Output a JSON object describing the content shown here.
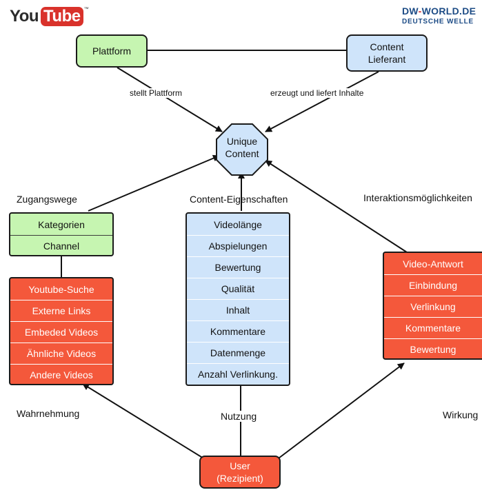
{
  "logos": {
    "youtube_you": "You",
    "youtube_tube": "Tube",
    "youtube_tm": "™",
    "dw_line1_prefix": "DW",
    "dw_line1_dash": "-",
    "dw_line1_suffix": "WORLD.DE",
    "dw_line2": "DEUTSCHE WELLE"
  },
  "nodes": {
    "plattform": "Plattform",
    "content_lieferant": "Content\nLieferant",
    "unique_content": "Unique\nContent",
    "user": "User\n(Rezipient)"
  },
  "edge_labels": {
    "stellt_plattform": "stellt Plattform",
    "erzeugt_liefert": "erzeugt und liefert Inhalte"
  },
  "section_labels": {
    "zugangswege": "Zugangswege",
    "content_eigenschaften": "Content-Eigenschaften",
    "interaktion": "Interaktionsmöglichkeiten",
    "wahrnehmung": "Wahrnehmung",
    "nutzung": "Nutzung",
    "wirkung": "Wirkung"
  },
  "zugangswege_items": [
    "Kategorien",
    "Channel"
  ],
  "suche_items": [
    "Youtube-Suche",
    "Externe Links",
    "Embeded Videos",
    "Ähnliche Videos",
    "Andere Videos"
  ],
  "content_items": [
    "Videolänge",
    "Abspielungen",
    "Bewertung",
    "Qualität",
    "Inhalt",
    "Kommentare",
    "Datenmenge",
    "Anzahl Verlinkung."
  ],
  "interaktion_items": [
    "Video-Antwort",
    "Einbindung",
    "Verlinkung",
    "Kommentare",
    "Bewertung"
  ],
  "colors": {
    "green": "#c6f5b1",
    "blue": "#cfe4fa",
    "red": "#f4583b",
    "youtube_red": "#d9322b",
    "dw_blue": "#1d4c86"
  }
}
